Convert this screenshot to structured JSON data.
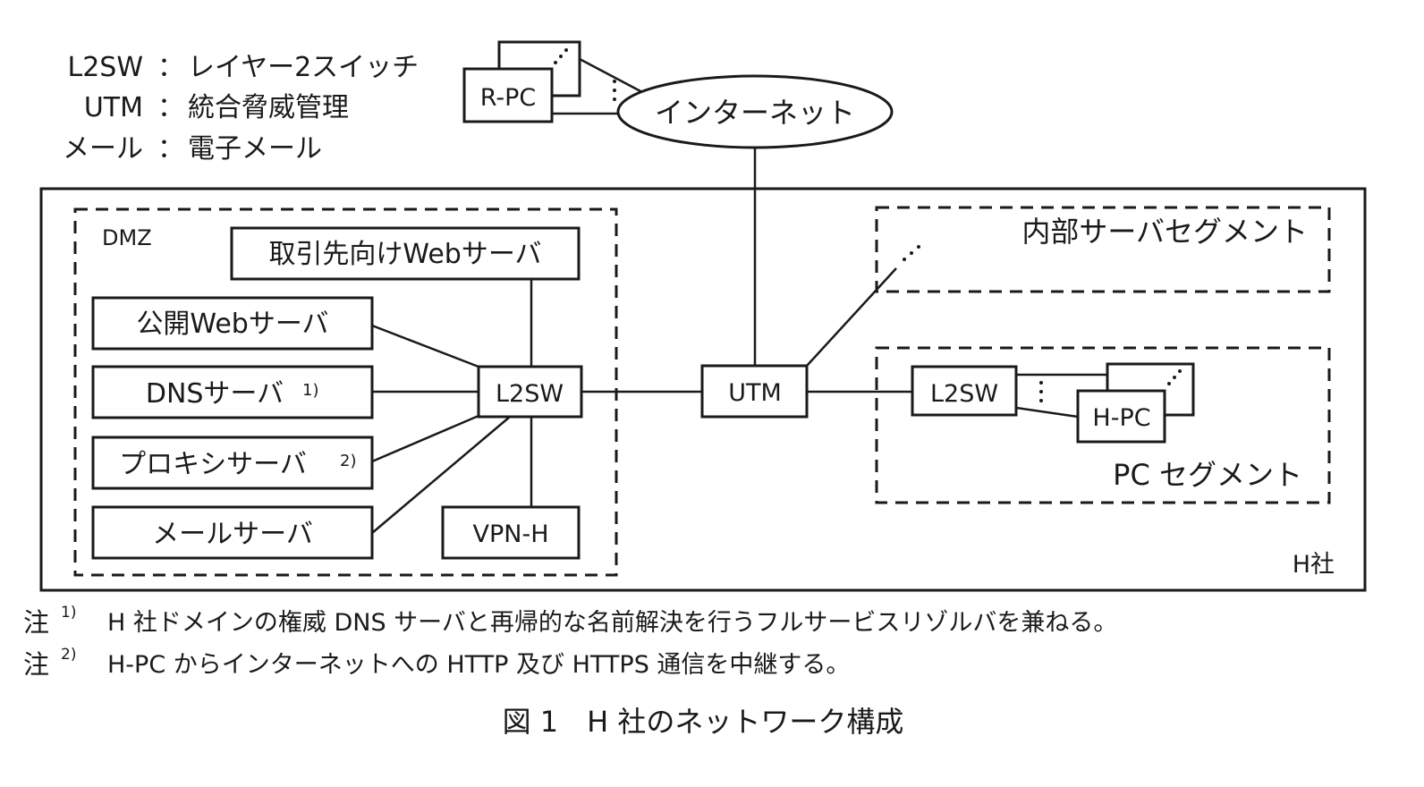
{
  "legend": [
    {
      "abbr": "L2SW",
      "sep": "：",
      "meaning": "レイヤー2スイッチ"
    },
    {
      "abbr": "UTM",
      "sep": "：",
      "meaning": "統合脅威管理"
    },
    {
      "abbr": "メール",
      "sep": "：",
      "meaning": "電子メール"
    }
  ],
  "internet": {
    "label": "インターネット"
  },
  "remote_pc": {
    "label": "R-PC"
  },
  "company": {
    "label": "H社"
  },
  "dmz": {
    "label": "DMZ",
    "partner_web": "取引先向けWebサーバ",
    "public_web": "公開Webサーバ",
    "dns": "DNSサーバ",
    "dns_note": "1)",
    "proxy": "プロキシサーバ",
    "proxy_note": "2)",
    "mail": "メールサーバ",
    "l2sw": "L2SW",
    "vpn": "VPN-H"
  },
  "utm": {
    "label": "UTM"
  },
  "internal_segment": {
    "label": "内部サーバセグメント"
  },
  "pc_segment": {
    "label": "PC セグメント",
    "l2sw": "L2SW",
    "pc": "H-PC"
  },
  "notes": [
    {
      "mark": "注",
      "num": "1)",
      "text": "H 社ドメインの権威 DNS サーバと再帰的な名前解決を行うフルサービスリゾルバを兼ねる。"
    },
    {
      "mark": "注",
      "num": "2)",
      "text": "H-PC からインターネットへの HTTP 及び HTTPS 通信を中継する。"
    }
  ],
  "caption": "図 1　H 社のネットワーク構成"
}
